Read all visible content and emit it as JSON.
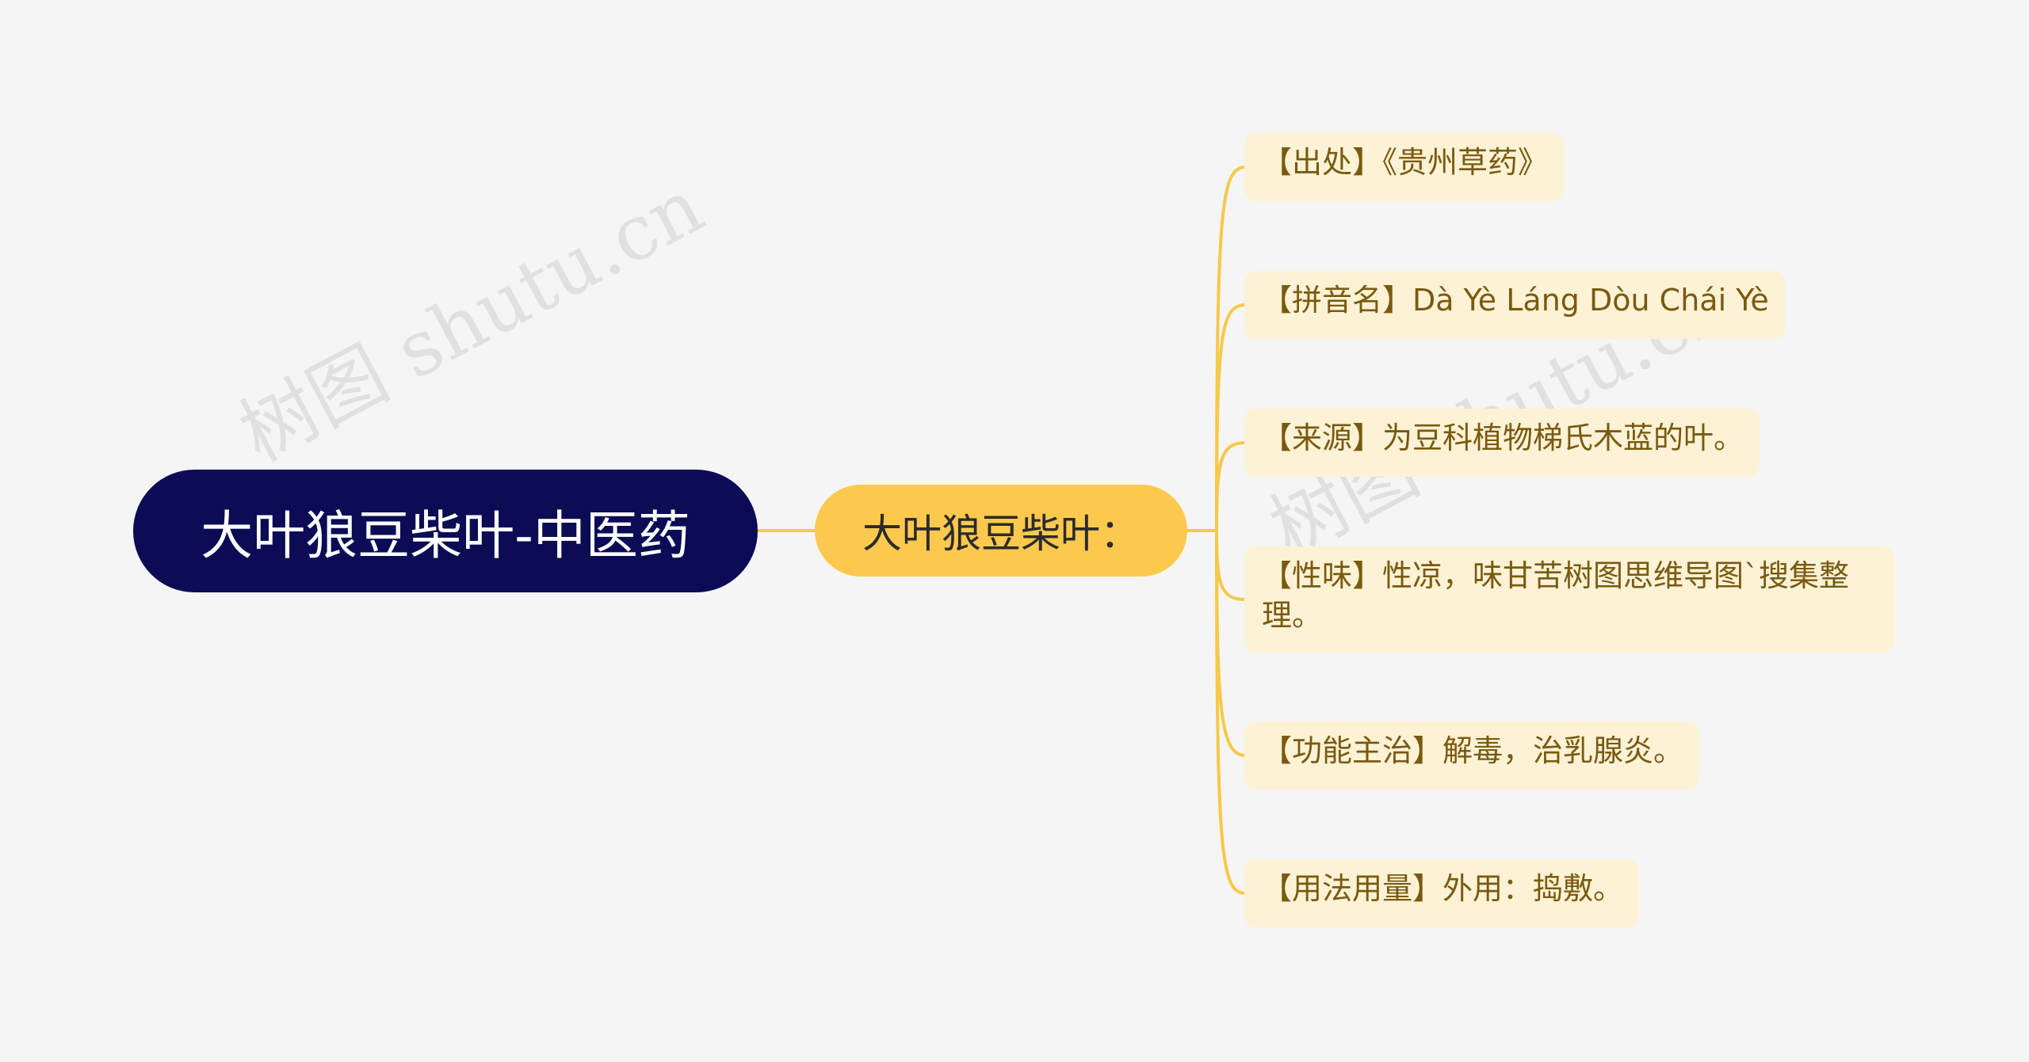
{
  "root": {
    "label": "大叶狼豆柴叶-中医药"
  },
  "branch": {
    "label": "大叶狼豆柴叶："
  },
  "items": [
    {
      "label": "【出处】《贵州草药》"
    },
    {
      "label": "【拼音名】Dà Yè Láng Dòu Chái Yè"
    },
    {
      "label": "【来源】为豆科植物梯氏木蓝的叶。"
    },
    {
      "label": "【性味】性凉，味甘苦树图思维导图`搜集整理。"
    },
    {
      "label": "【功能主治】解毒，治乳腺炎。"
    },
    {
      "label": "【用法用量】外用：捣敷。"
    }
  ],
  "watermarks": [
    "树图 shutu.cn",
    "树图 shutu.cn"
  ],
  "colors": {
    "background": "#f5f5f5",
    "root_fill": "#0b0c55",
    "branch_fill": "#fcc94e",
    "leaf_fill": "#fdf2d5",
    "leaf_text": "#7a5a10",
    "connector": "#f6c948"
  }
}
